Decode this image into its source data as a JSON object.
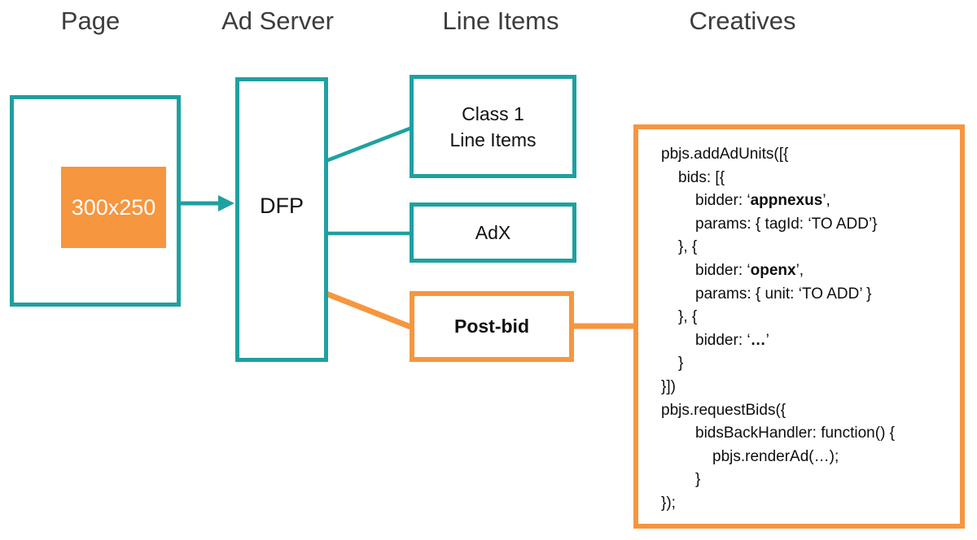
{
  "colors": {
    "teal": "#1FA0A0",
    "orange": "#F6963F",
    "heading_text": "#3C3C3C",
    "code_text": "#0E0E0E",
    "slot_text": "#FFFFFF",
    "background": "#FFFFFF"
  },
  "column_headings": {
    "page": "Page",
    "ad_server": "Ad Server",
    "line_items": "Line Items",
    "creatives": "Creatives"
  },
  "page_column": {
    "ad_slot_size": "300x250"
  },
  "ad_server_column": {
    "server_name": "DFP"
  },
  "line_items_column": {
    "class1_line1": "Class 1",
    "class1_line2": "Line Items",
    "adx_label": "AdX",
    "postbid_label": "Post-bid"
  },
  "creatives_column": {
    "code_lines": [
      {
        "indent": 0,
        "segments": [
          {
            "text": "pbjs.addAdUnits([{",
            "bold": false
          }
        ]
      },
      {
        "indent": 1,
        "segments": [
          {
            "text": "bids: [{",
            "bold": false
          }
        ]
      },
      {
        "indent": 2,
        "segments": [
          {
            "text": "bidder: ‘",
            "bold": false
          },
          {
            "text": "appnexus",
            "bold": true
          },
          {
            "text": "’,",
            "bold": false
          }
        ]
      },
      {
        "indent": 2,
        "segments": [
          {
            "text": "params: { tagId: ‘TO ADD’}",
            "bold": false
          }
        ]
      },
      {
        "indent": 1,
        "segments": [
          {
            "text": "}, {",
            "bold": false
          }
        ]
      },
      {
        "indent": 2,
        "segments": [
          {
            "text": "bidder: ‘",
            "bold": false
          },
          {
            "text": "openx",
            "bold": true
          },
          {
            "text": "’,",
            "bold": false
          }
        ]
      },
      {
        "indent": 2,
        "segments": [
          {
            "text": "params: { unit: ‘TO ADD’ }",
            "bold": false
          }
        ]
      },
      {
        "indent": 1,
        "segments": [
          {
            "text": "}, {",
            "bold": false
          }
        ]
      },
      {
        "indent": 2,
        "segments": [
          {
            "text": "bidder: ‘",
            "bold": false
          },
          {
            "text": "…",
            "bold": true
          },
          {
            "text": "’",
            "bold": false
          }
        ]
      },
      {
        "indent": 1,
        "segments": [
          {
            "text": "}",
            "bold": false
          }
        ]
      },
      {
        "indent": 0,
        "segments": [
          {
            "text": "}])",
            "bold": false
          }
        ]
      },
      {
        "indent": 0,
        "segments": [
          {
            "text": "pbjs.requestBids({",
            "bold": false
          }
        ]
      },
      {
        "indent": 2,
        "segments": [
          {
            "text": "bidsBackHandler: function() {",
            "bold": false
          }
        ]
      },
      {
        "indent": 3,
        "segments": [
          {
            "text": "pbjs.renderAd(…);",
            "bold": false
          }
        ]
      },
      {
        "indent": 2,
        "segments": [
          {
            "text": "}",
            "bold": false
          }
        ]
      },
      {
        "indent": 0,
        "segments": [
          {
            "text": "});",
            "bold": false
          }
        ]
      }
    ]
  }
}
